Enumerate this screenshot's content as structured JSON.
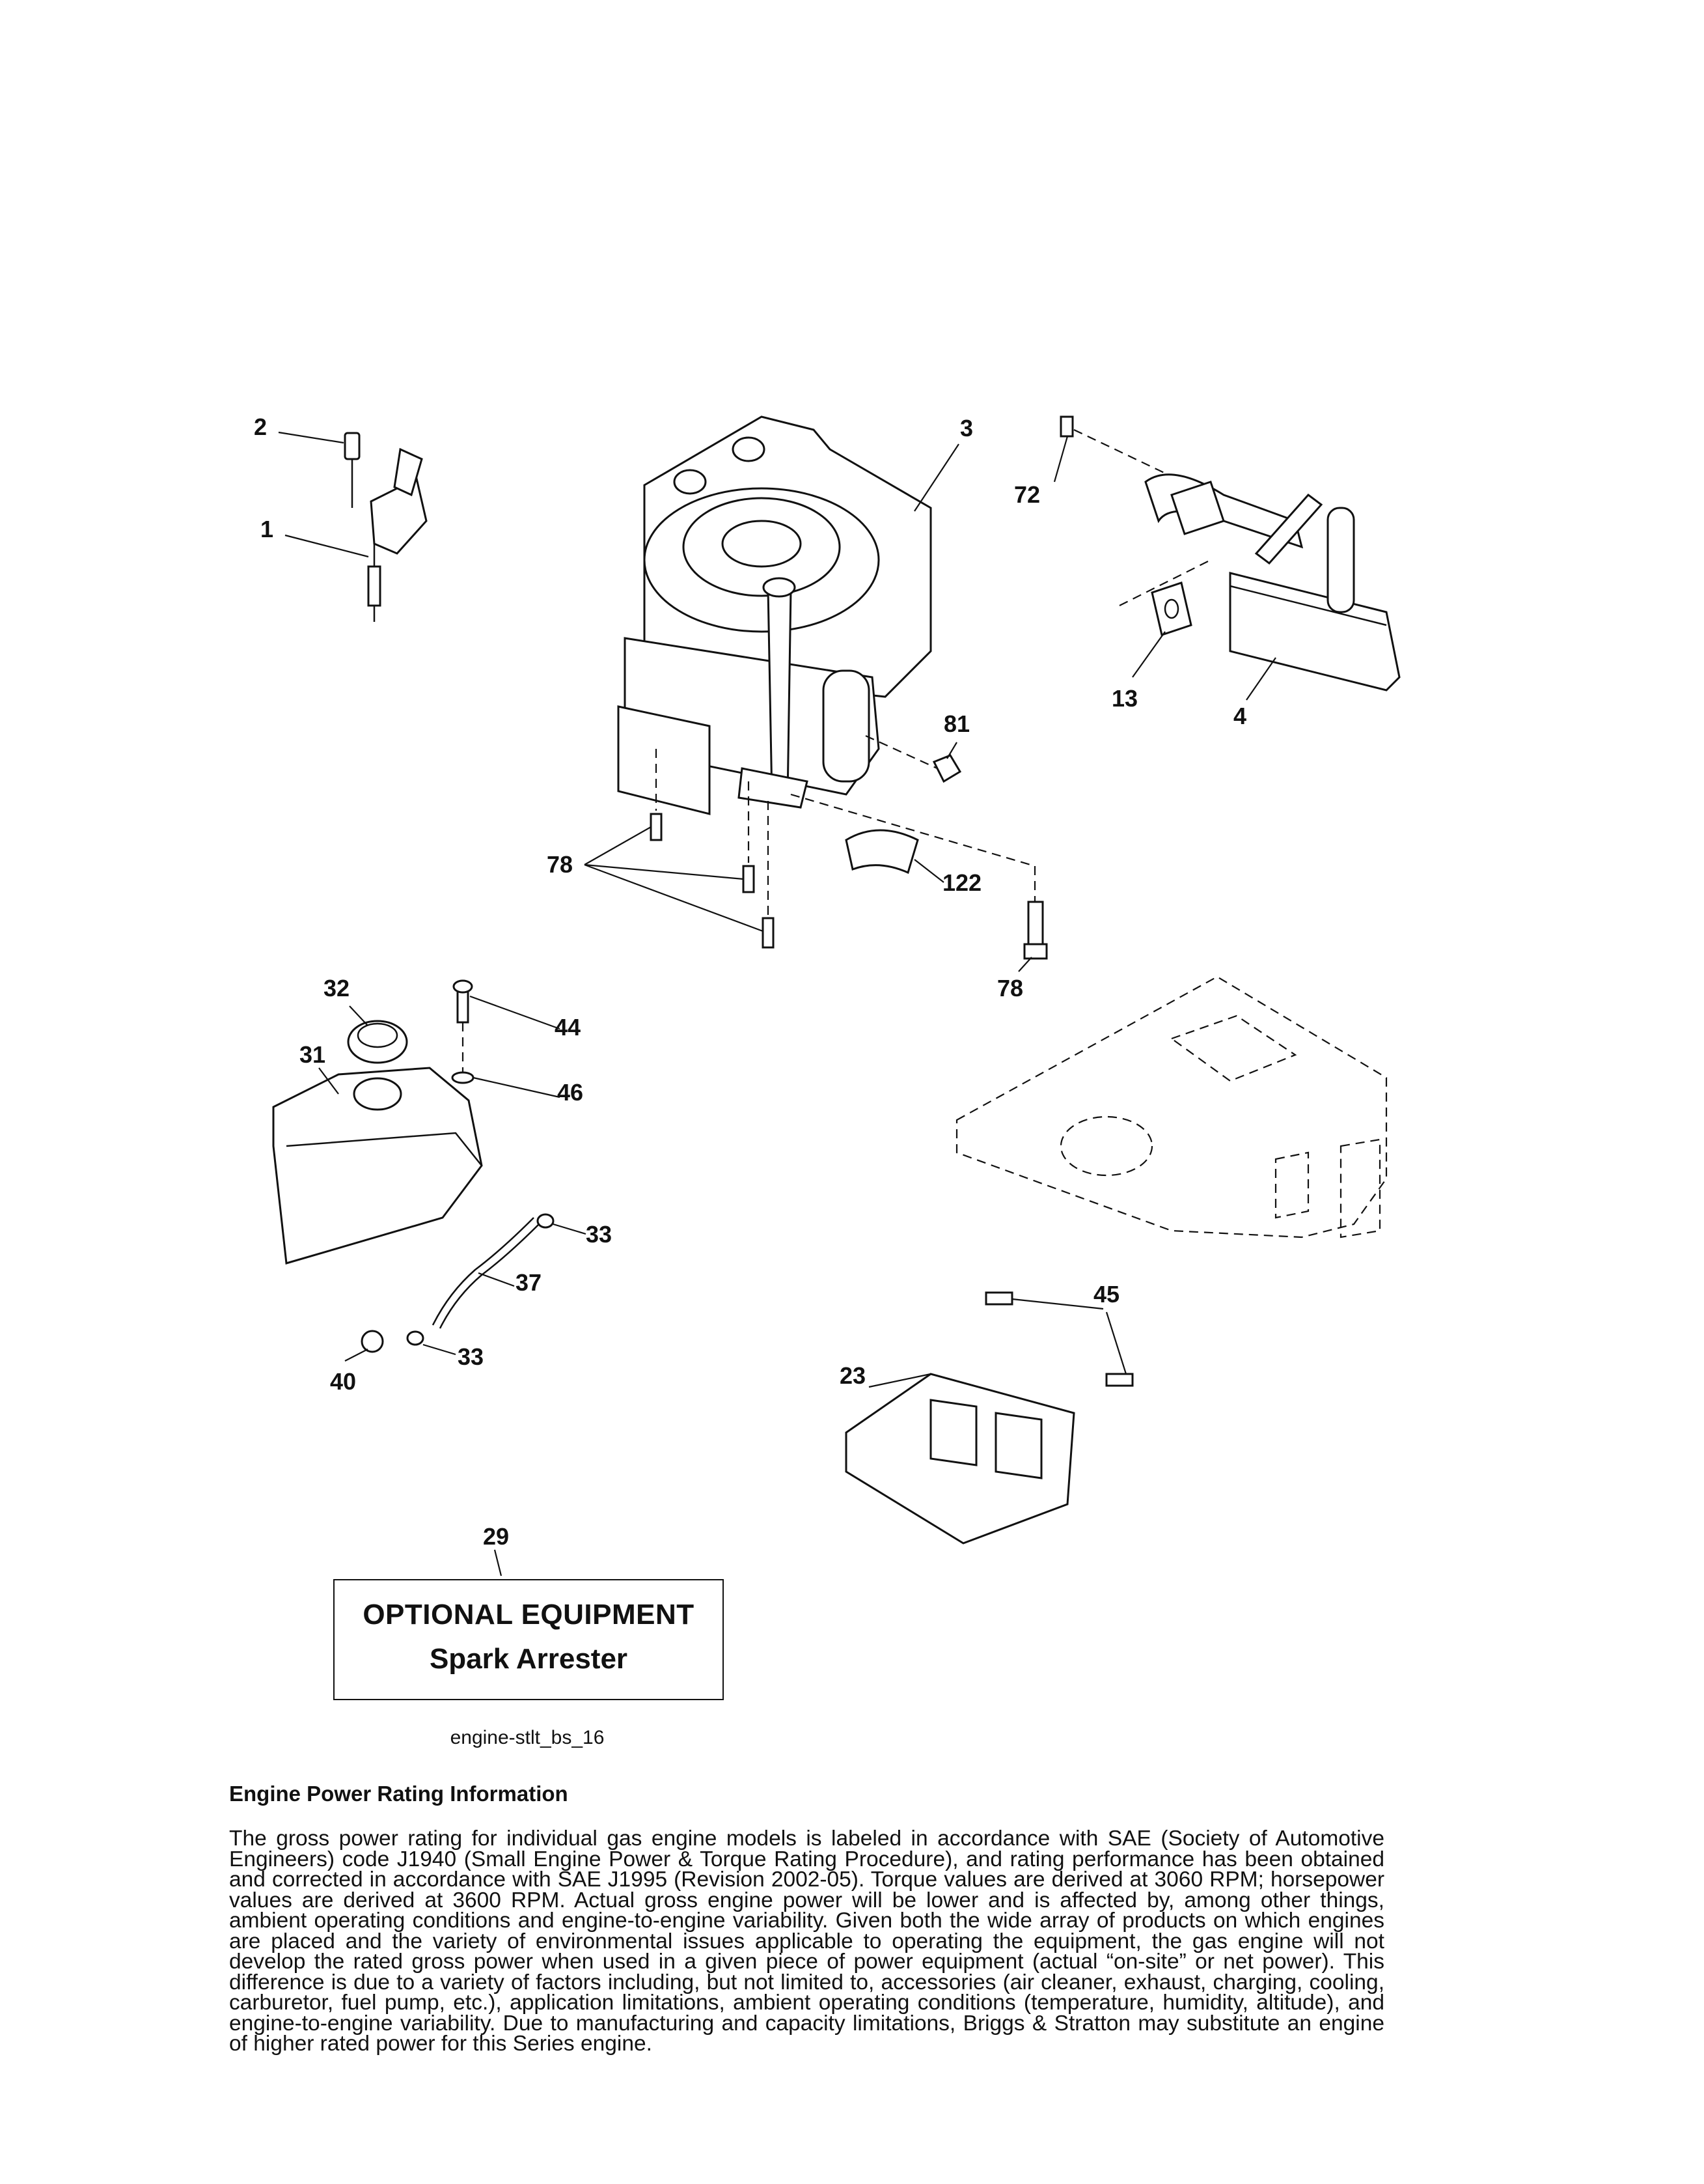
{
  "callouts": [
    "2",
    "1",
    "3",
    "72",
    "13",
    "4",
    "81",
    "78",
    "122",
    "78",
    "32",
    "44",
    "31",
    "46",
    "33",
    "37",
    "40",
    "33",
    "45",
    "23",
    "29"
  ],
  "optional_equipment": {
    "title": "OPTIONAL EQUIPMENT",
    "item": "Spark Arrester"
  },
  "figure_id": "engine-stlt_bs_16",
  "info": {
    "heading": "Engine Power Rating Information",
    "body": "The gross power rating for individual gas engine models is labeled in accordance with SAE (Society of Automotive Engineers) code J1940 (Small Engine Power & Torque Rating Procedure), and rating performance has been obtained and corrected in accordance with SAE J1995 (Revision 2002-05). Torque values are derived at 3060 RPM; horsepower values are derived at 3600 RPM. Actual gross engine power will be lower and is affected by, among other things, ambient operating conditions and engine-to-engine variability. Given both the wide array of products on which engines are placed and the variety of environmental issues applicable to operating the equipment, the gas engine will not develop the rated gross power when used in a given piece of power equipment (actual “on-site” or net power). This difference is due to a variety of factors including, but not limited to, accessories (air cleaner, exhaust, charging, cooling, carburetor, fuel pump, etc.), application limitations, ambient operating conditions (temperature, humidity, altitude), and engine-to-engine variability. Due to manufacturing and capacity limitations, Briggs & Stratton may substitute an engine of higher rated power for this Series engine."
  }
}
